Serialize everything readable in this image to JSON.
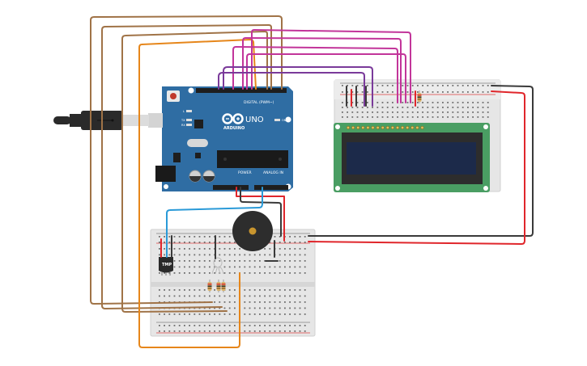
{
  "canvas": {
    "background": "#ffffff"
  },
  "arduino": {
    "brand": "ARDUINO",
    "model": "UNO",
    "digital_header_label": "DIGITAL (PWM~)",
    "power_label": "POWER",
    "analog_label": "ANALOG IN",
    "led_labels": [
      "L",
      "TX",
      "RX"
    ],
    "on_label": "ON",
    "board_color": "#2f6da3"
  },
  "lcd": {
    "type": "16x2 LCD",
    "pcb_color": "#4a9e63",
    "screen_color": "#1c2a4a"
  },
  "temp_sensor": {
    "label": "TMP"
  },
  "buzzer": {
    "name": "Piezo buzzer"
  },
  "usb_cable": {
    "name": "USB cable"
  },
  "wire_colors": {
    "brown": "#a07347",
    "orange": "#e6861a",
    "magenta": "#c2359a",
    "purple": "#7a3a9a",
    "red": "#e0262b",
    "black": "#3a3a3a",
    "blue": "#2a9ad8"
  }
}
